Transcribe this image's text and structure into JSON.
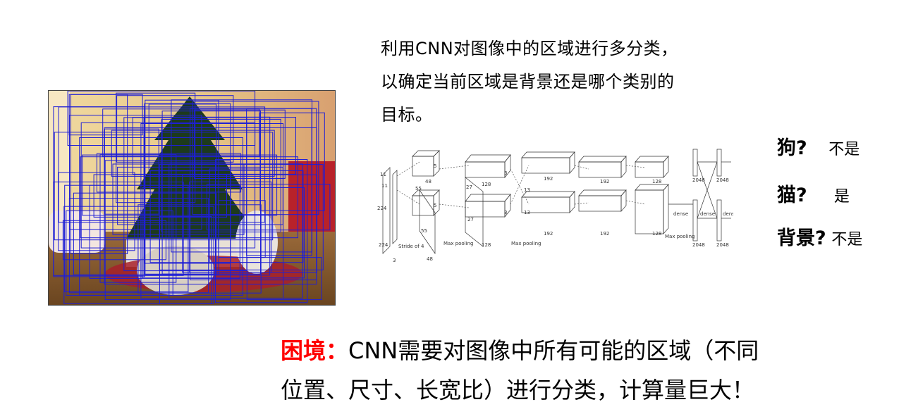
{
  "description": {
    "line1": "利用CNN对图像中的区域进行多分类，",
    "line2": "以确定当前区域是背景还是哪个类别的",
    "line3": "目标。"
  },
  "network": {
    "labels": [
      "224",
      "224",
      "3",
      "11",
      "11",
      "Stride of 4",
      "55",
      "55",
      "48",
      "48",
      "5",
      "5",
      "27",
      "27",
      "128",
      "128",
      "Max pooling",
      "3",
      "3",
      "13",
      "13",
      "192",
      "192",
      "Max pooling",
      "192",
      "192",
      "128",
      "128",
      "Max pooling",
      "2048",
      "2048",
      "2048",
      "2048",
      "dense",
      "dense",
      "dense"
    ]
  },
  "questions": [
    {
      "q": "狗?",
      "a": "不是"
    },
    {
      "q": "猫?",
      "a": "是"
    },
    {
      "q": "背景?",
      "a": "不是"
    }
  ],
  "bottom": {
    "highlight": "困境：",
    "line1": "CNN需要对图像中所有可能的区域（不同",
    "line2": "位置、尺寸、长宽比）进行分类，计算量巨大！"
  },
  "colors": {
    "box_stroke": "#1f1fd6",
    "highlight": "#ff0000"
  }
}
